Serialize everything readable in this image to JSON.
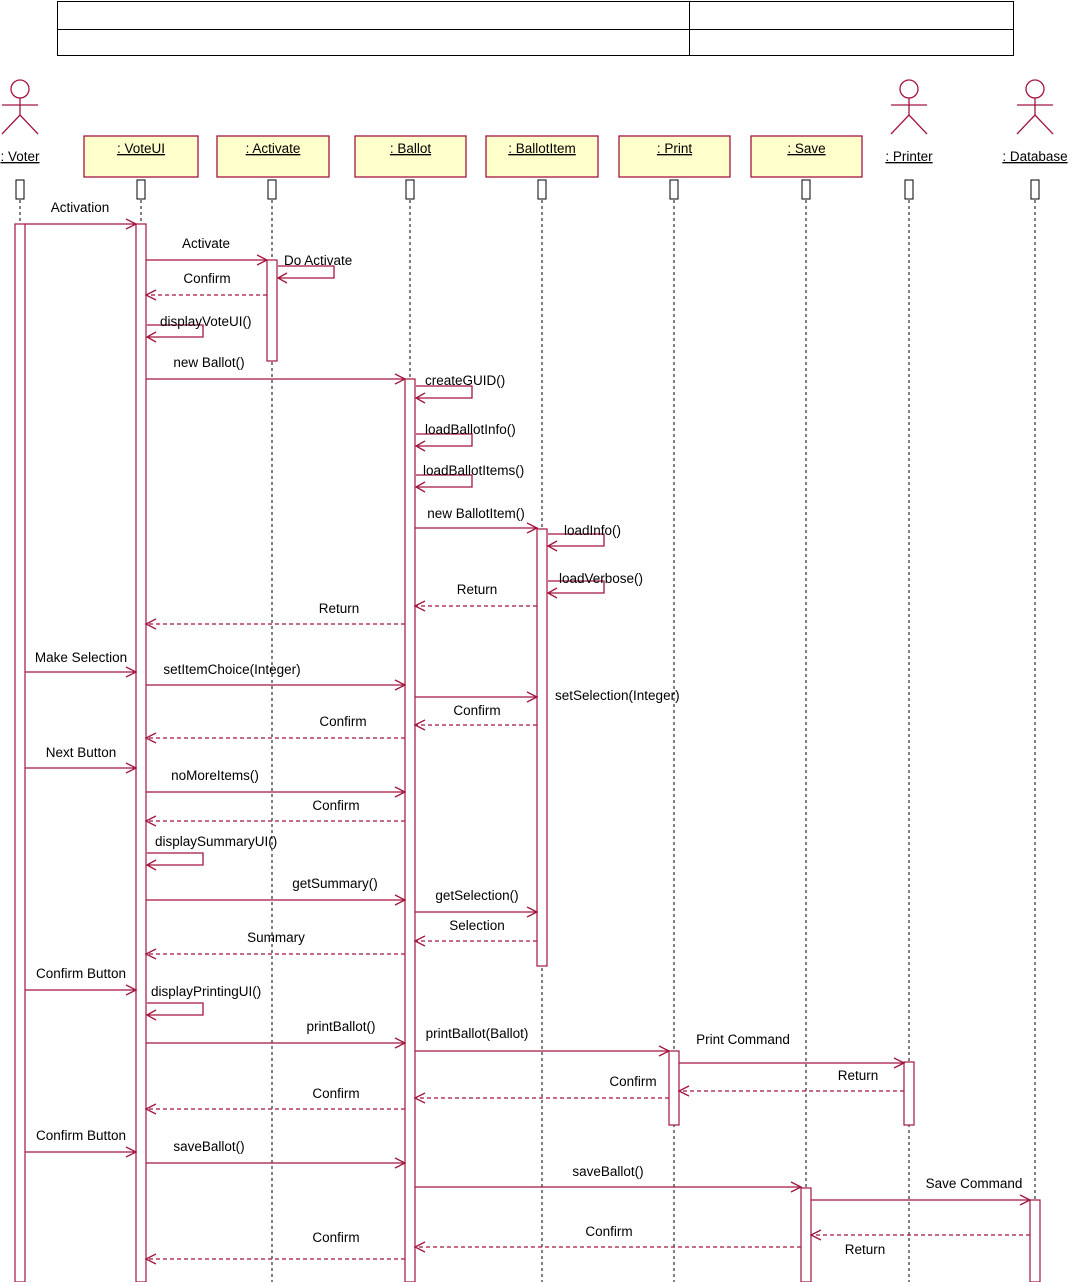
{
  "header_table": {
    "rows": 2,
    "columns": 2
  },
  "colors": {
    "line": "#a3153e",
    "box_fill": "#ffffcc",
    "text": "#000000"
  },
  "participants": [
    {
      "id": "voter",
      "label": ": Voter",
      "kind": "actor"
    },
    {
      "id": "voteui",
      "label": ": VoteUI",
      "kind": "object"
    },
    {
      "id": "activate",
      "label": ": Activate",
      "kind": "object"
    },
    {
      "id": "ballot",
      "label": ": Ballot",
      "kind": "object"
    },
    {
      "id": "ballotitem",
      "label": ": BallotItem",
      "kind": "object"
    },
    {
      "id": "print",
      "label": ": Print",
      "kind": "object"
    },
    {
      "id": "save",
      "label": ": Save",
      "kind": "object"
    },
    {
      "id": "printer",
      "label": ": Printer",
      "kind": "actor"
    },
    {
      "id": "database",
      "label": ": Database",
      "kind": "actor"
    }
  ],
  "messages": [
    {
      "from": "voter",
      "to": "voteui",
      "label": "Activation",
      "type": "call"
    },
    {
      "from": "voteui",
      "to": "activate",
      "label": "Activate",
      "type": "call"
    },
    {
      "from": "activate",
      "to": "activate",
      "label": "Do Activate",
      "type": "self"
    },
    {
      "from": "activate",
      "to": "voteui",
      "label": "Confirm",
      "type": "return"
    },
    {
      "from": "voteui",
      "to": "voteui",
      "label": "displayVoteUI()",
      "type": "self"
    },
    {
      "from": "voteui",
      "to": "ballot",
      "label": "new Ballot()",
      "type": "call"
    },
    {
      "from": "ballot",
      "to": "ballot",
      "label": "createGUID()",
      "type": "self"
    },
    {
      "from": "ballot",
      "to": "ballot",
      "label": "loadBallotInfo()",
      "type": "self"
    },
    {
      "from": "ballot",
      "to": "ballot",
      "label": "loadBallotItems()",
      "type": "self"
    },
    {
      "from": "ballot",
      "to": "ballotitem",
      "label": "new BallotItem()",
      "type": "call"
    },
    {
      "from": "ballotitem",
      "to": "ballotitem",
      "label": "loadInfo()",
      "type": "self"
    },
    {
      "from": "ballotitem",
      "to": "ballotitem",
      "label": "loadVerbose()",
      "type": "self"
    },
    {
      "from": "ballotitem",
      "to": "ballot",
      "label": "Return",
      "type": "return"
    },
    {
      "from": "ballot",
      "to": "voteui",
      "label": "Return",
      "type": "return"
    },
    {
      "from": "voter",
      "to": "voteui",
      "label": "Make Selection",
      "type": "call"
    },
    {
      "from": "voteui",
      "to": "ballot",
      "label": "setItemChoice(Integer)",
      "type": "call"
    },
    {
      "from": "ballot",
      "to": "ballotitem",
      "label": "setSelection(Integer)",
      "type": "call"
    },
    {
      "from": "ballotitem",
      "to": "ballot",
      "label": "Confirm",
      "type": "return"
    },
    {
      "from": "ballot",
      "to": "voteui",
      "label": "Confirm",
      "type": "return"
    },
    {
      "from": "voter",
      "to": "voteui",
      "label": "Next Button",
      "type": "call"
    },
    {
      "from": "voteui",
      "to": "ballot",
      "label": "noMoreItems()",
      "type": "call"
    },
    {
      "from": "ballot",
      "to": "voteui",
      "label": "Confirm",
      "type": "return"
    },
    {
      "from": "voteui",
      "to": "voteui",
      "label": "displaySummaryUI()",
      "type": "self"
    },
    {
      "from": "voteui",
      "to": "ballot",
      "label": "getSummary()",
      "type": "call"
    },
    {
      "from": "ballot",
      "to": "ballotitem",
      "label": "getSelection()",
      "type": "call"
    },
    {
      "from": "ballotitem",
      "to": "ballot",
      "label": "Selection",
      "type": "return"
    },
    {
      "from": "ballot",
      "to": "voteui",
      "label": "Summary",
      "type": "return"
    },
    {
      "from": "voter",
      "to": "voteui",
      "label": "Confirm Button",
      "type": "call"
    },
    {
      "from": "voteui",
      "to": "voteui",
      "label": "displayPrintingUI()",
      "type": "self"
    },
    {
      "from": "voteui",
      "to": "ballot",
      "label": "printBallot()",
      "type": "call"
    },
    {
      "from": "ballot",
      "to": "print",
      "label": "printBallot(Ballot)",
      "type": "call"
    },
    {
      "from": "print",
      "to": "printer",
      "label": "Print Command",
      "type": "call"
    },
    {
      "from": "printer",
      "to": "print",
      "label": "Return",
      "type": "return"
    },
    {
      "from": "print",
      "to": "ballot",
      "label": "Confirm",
      "type": "return"
    },
    {
      "from": "ballot",
      "to": "voteui",
      "label": "Confirm",
      "type": "return"
    },
    {
      "from": "voter",
      "to": "voteui",
      "label": "Confirm Button",
      "type": "call"
    },
    {
      "from": "voteui",
      "to": "ballot",
      "label": "saveBallot()",
      "type": "call"
    },
    {
      "from": "ballot",
      "to": "save",
      "label": "saveBallot()",
      "type": "call"
    },
    {
      "from": "save",
      "to": "database",
      "label": "Save Command",
      "type": "call"
    },
    {
      "from": "database",
      "to": "save",
      "label": "Return",
      "type": "return"
    },
    {
      "from": "save",
      "to": "ballot",
      "label": "Confirm",
      "type": "return"
    },
    {
      "from": "ballot",
      "to": "voteui",
      "label": "Confirm",
      "type": "return"
    }
  ]
}
